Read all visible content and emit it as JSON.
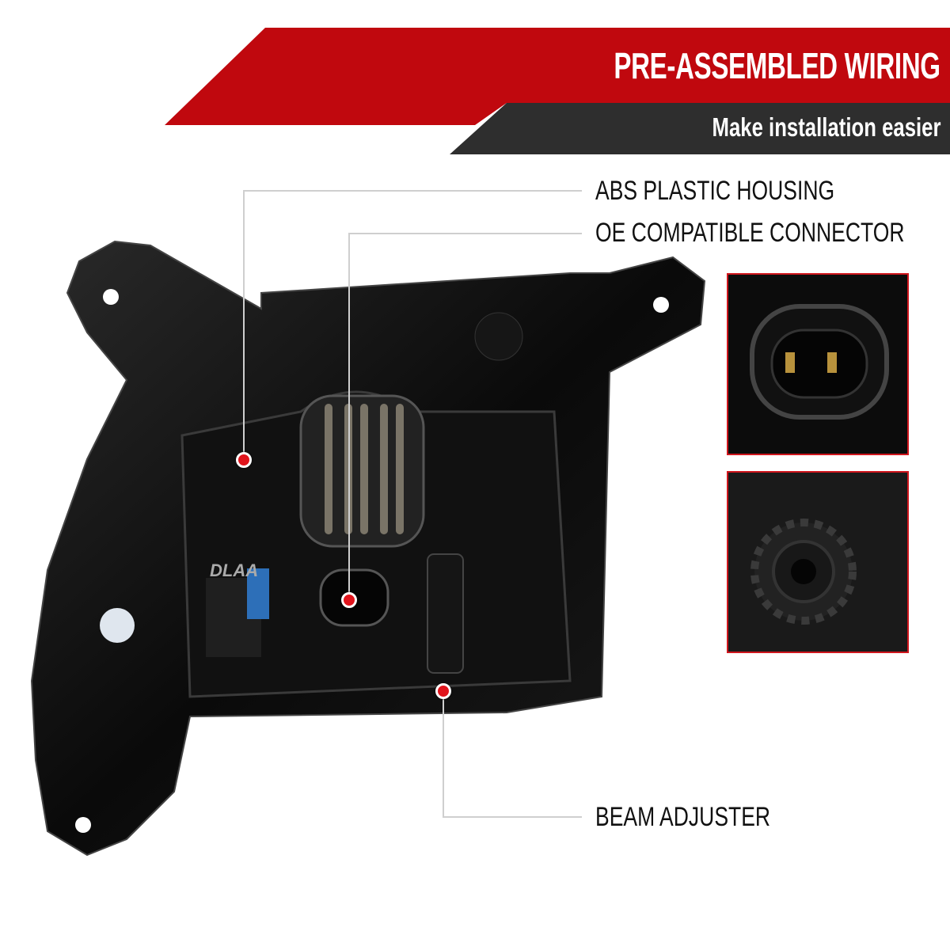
{
  "banner": {
    "title": "PRE-ASSEMBLED WIRING",
    "subtitle": "Make installation easier",
    "colors": {
      "red": "#c0080e",
      "dark": "#2e2e2e"
    }
  },
  "callouts": [
    {
      "label": "ABS PLASTIC HOUSING"
    },
    {
      "label": "OE COMPATIBLE CONNECTOR"
    },
    {
      "label": "BEAM ADJUSTER"
    }
  ],
  "product": {
    "housing_marking": "DLAA"
  },
  "insets": [
    {
      "subject": "connector-closeup"
    },
    {
      "subject": "beam-adjuster-gear-closeup"
    }
  ],
  "accent_color": "#e0141c"
}
